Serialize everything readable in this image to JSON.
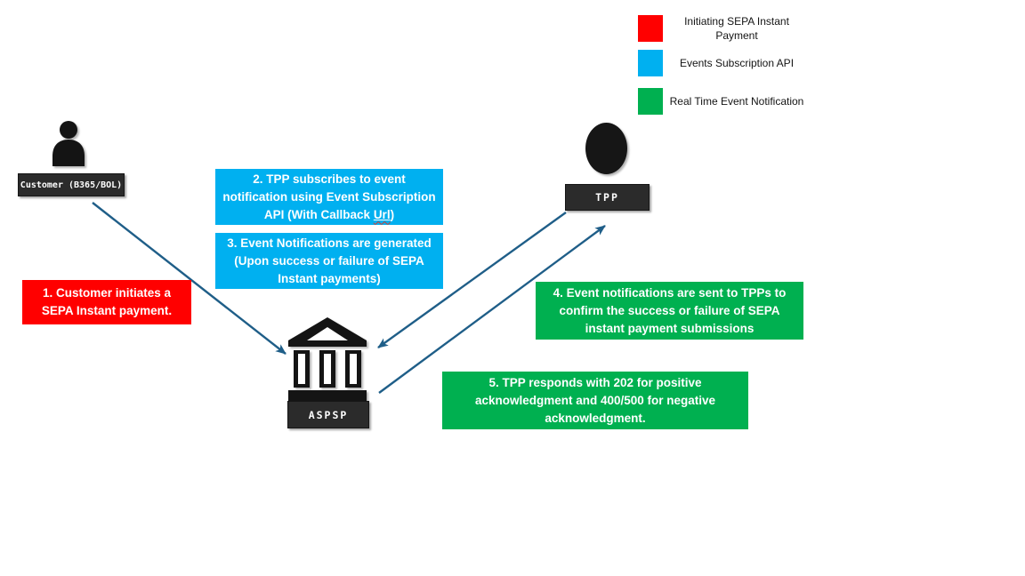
{
  "legend": {
    "items": [
      {
        "name": "initiating-sepa-instant-payment",
        "color": "#FF0000",
        "label": "Initiating SEPA Instant Payment"
      },
      {
        "name": "events-subscription-api",
        "color": "#00B0F0",
        "label": "Events Subscription API"
      },
      {
        "name": "real-time-event-notification",
        "color": "#00B050",
        "label": "Real Time Event Notification"
      }
    ]
  },
  "actors": {
    "customer": {
      "label": "Customer (B365/BOL)",
      "icon": "person-icon"
    },
    "tpp": {
      "label": "TPP",
      "icon": "ellipse-icon"
    },
    "aspsp": {
      "label": "ASPSP",
      "icon": "bank-icon"
    }
  },
  "steps": [
    {
      "color": "#FF0000",
      "text": "1. Customer initiates a SEPA Instant payment."
    },
    {
      "color": "#00B0F0",
      "text_prefix": "2. TPP subscribes to event notification using Event Subscription API (With Callback ",
      "text_url": "Url",
      "text_suffix": ")"
    },
    {
      "color": "#00B0F0",
      "text": "3. Event Notifications are generated (Upon success or failure of SEPA Instant payments)"
    },
    {
      "color": "#00B050",
      "text": "4. Event notifications are sent to TPPs to confirm the success or failure of SEPA instant payment submissions"
    },
    {
      "color": "#00B050",
      "text": "5. TPP responds with  202 for positive acknowledgment and 400/500 for negative acknowledgment."
    }
  ],
  "flows": [
    {
      "from": "customer",
      "to": "aspsp"
    },
    {
      "from": "tpp",
      "to": "aspsp"
    },
    {
      "from": "aspsp",
      "to": "tpp"
    }
  ],
  "colors": {
    "red": "#FF0000",
    "blue": "#00B0F0",
    "green": "#00B050",
    "arrow": "#1F5E88",
    "plate_bg": "#2B2B2B",
    "plate_text": "#FFFFFF",
    "icon_black": "#141414"
  }
}
